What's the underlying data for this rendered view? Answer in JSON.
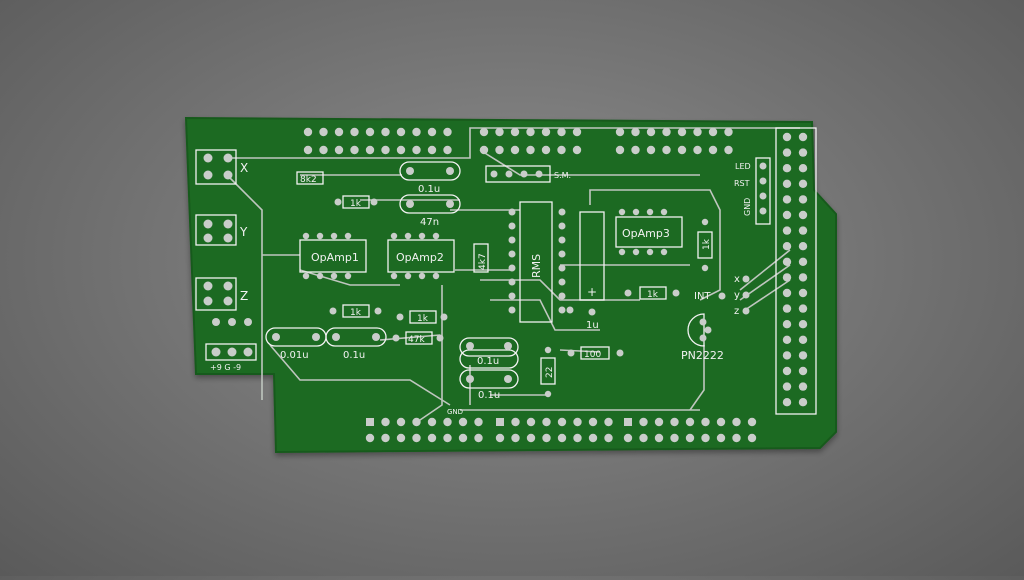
{
  "silkscreen": {
    "axis_x": "X",
    "axis_y": "Y",
    "axis_z": "Z",
    "power_label": "+9  G  -9",
    "r_8k2": "8k2",
    "r_1k_top": "1k",
    "c_01u_top": "0.1u",
    "c_47n": "47n",
    "opamp1": "OpAmp1",
    "opamp2": "OpAmp2",
    "opamp3": "OpAmp3",
    "r_4k7_vert": "4k7",
    "rms": "RMS",
    "plus": "+",
    "cap_1u": "1u",
    "r_1k_vert": "1k",
    "r_1k_right": "1k",
    "int_label": "INT",
    "r_1k_mid1": "1k",
    "r_1k_mid2": "1k",
    "c_001u": "0.01u",
    "c_01u_left": "0.1u",
    "r_47k": "47k",
    "c_01u_center": "0.1u",
    "c_01u_bottom": "0.1u",
    "r_22": "22",
    "r_100": "100",
    "gnd_bottom": "GND",
    "sm_label": "S.M.",
    "led": "LED",
    "rst": "RST",
    "gnd_side": "GND",
    "x_out": "x",
    "y_out": "y",
    "z_out": "z",
    "transistor": "PN2222"
  },
  "colors": {
    "board": "#1f6b22",
    "silkscreen": "#f2f2f2",
    "copper_pad": "#c9cdca",
    "background": "#7a7a7a"
  }
}
